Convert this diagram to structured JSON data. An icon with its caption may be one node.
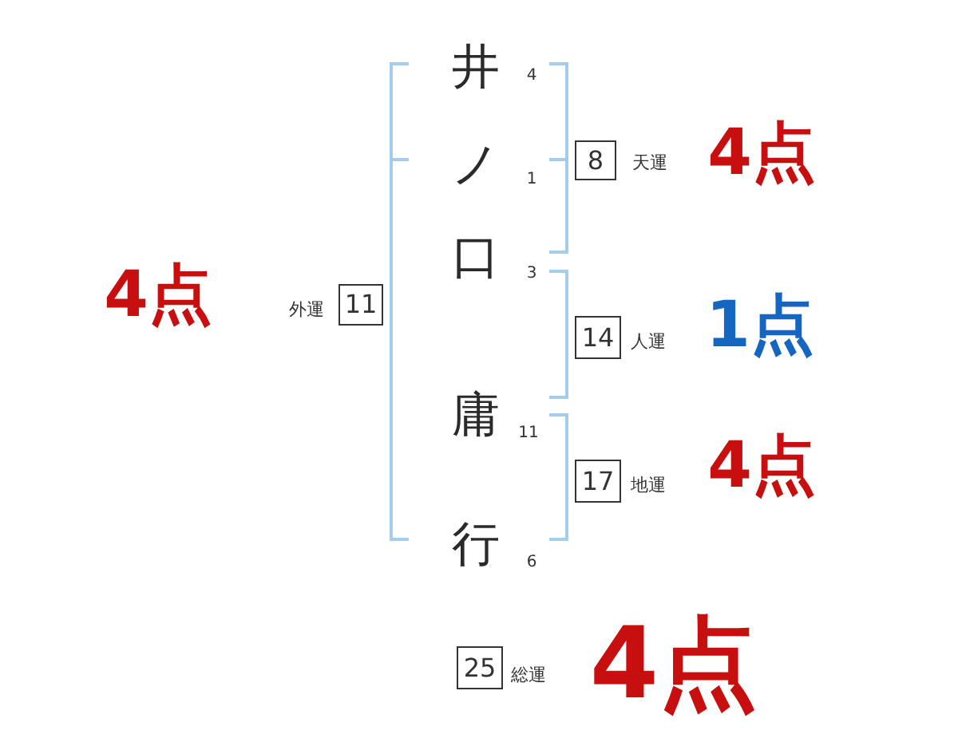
{
  "diagram": {
    "nodes": [
      {
        "text": [
          "8"
        ],
        "beside": [
          "天運",
          "4点"
        ]
      },
      {
        "text": [
          "11"
        ],
        "beside": [
          "外運",
          "4点"
        ]
      },
      {
        "text": [
          "14"
        ],
        "beside": [
          "人運",
          "1点"
        ]
      },
      {
        "text": [
          "17"
        ],
        "beside": [
          "地運",
          "4点"
        ]
      },
      {
        "text": [
          "25"
        ],
        "beside": [
          "総運",
          "4点"
        ]
      }
    ],
    "labels": [
      "井",
      "4",
      "ノ",
      "1",
      "口",
      "3",
      "庸",
      "11",
      "行",
      "6"
    ]
  }
}
